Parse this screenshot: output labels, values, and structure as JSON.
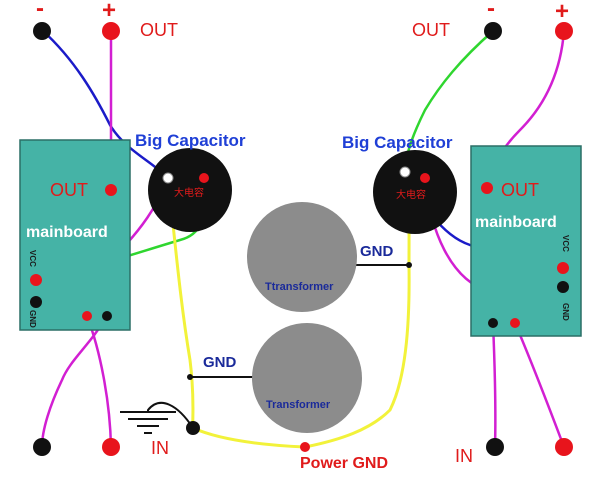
{
  "terminals": {
    "minus": "-",
    "plus": "+",
    "out": "OUT",
    "in": "IN"
  },
  "capacitor": {
    "title": "Big Capacitor",
    "marking": "大电容"
  },
  "board": {
    "title": "mainboard",
    "out": "OUT",
    "vcc": "VCC",
    "gnd": "GND"
  },
  "transformer_top": {
    "label": "Ttransformer",
    "gnd": "GND"
  },
  "transformer_bottom": {
    "label": "Transformer",
    "gnd": "GND"
  },
  "power_gnd": "Power GND",
  "colors": {
    "board": "#45b3a6",
    "wire_blue": "#1b1bc8",
    "wire_magenta": "#d21fd2",
    "wire_green": "#2fd62f",
    "wire_yellow": "#f2f23a",
    "terminal_red": "#e8141c",
    "terminal_black": "#111111",
    "transformer": "#8c8c8c"
  }
}
